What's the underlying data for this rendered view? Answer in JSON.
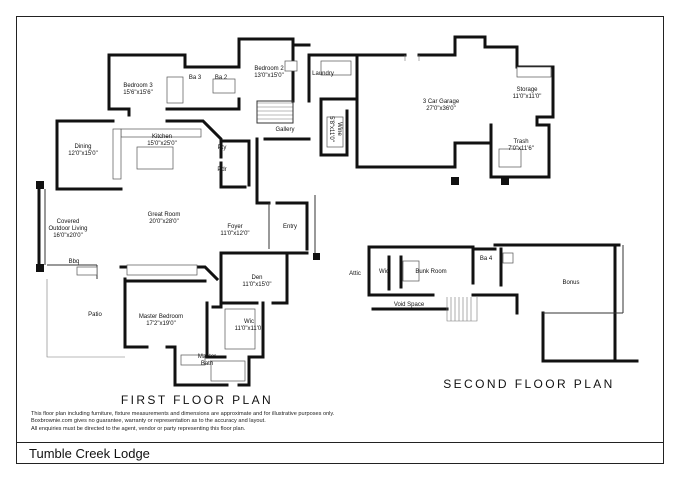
{
  "title": "Tumble Creek Lodge",
  "floors": {
    "first": "FIRST FLOOR PLAN",
    "second": "SECOND FLOOR PLAN"
  },
  "rooms": {
    "bedroom3": {
      "name": "Bedroom 3",
      "dims": "15'6\"x15'6\""
    },
    "ba3": {
      "name": "Ba 3"
    },
    "ba2": {
      "name": "Ba 2"
    },
    "bedroom2": {
      "name": "Bedroom 2",
      "dims": "13'0\"x15'0\""
    },
    "laundry": {
      "name": "Laundry"
    },
    "wine": {
      "name": "Wine"
    },
    "wine_dims": {
      "name": "5'8\"x11'0\""
    },
    "gallery": {
      "name": "Gallery"
    },
    "garage": {
      "name": "3 Car Garage",
      "dims": "27'0\"x36'0\""
    },
    "storage": {
      "name": "Storage",
      "dims": "11'0\"x11'0\""
    },
    "trash": {
      "name": "Trash",
      "dims": "7'0\"x11'6\""
    },
    "dining": {
      "name": "Dining",
      "dims": "12'0\"x15'0\""
    },
    "kitchen": {
      "name": "Kitchen",
      "dims": "15'0\"x25'0\""
    },
    "pty": {
      "name": "Pty"
    },
    "pdr": {
      "name": "Pdr"
    },
    "great_room": {
      "name": "Great Room",
      "dims": "20'0\"x28'0\""
    },
    "foyer": {
      "name": "Foyer",
      "dims": "11'0\"x12'0\""
    },
    "entry": {
      "name": "Entry"
    },
    "covered_outdoor": {
      "name": "Covered",
      "line2": "Outdoor Living",
      "dims": "16'0\"x20'0\""
    },
    "bbq": {
      "name": "Bbq"
    },
    "den": {
      "name": "Den",
      "dims": "11'0\"x15'0\""
    },
    "patio": {
      "name": "Patio"
    },
    "master_bedroom": {
      "name": "Master Bedroom",
      "dims": "17'2\"x19'0\""
    },
    "wic1": {
      "name": "Wic",
      "dims": "11'0\"x11'0\""
    },
    "master_bath": {
      "name": "Master",
      "line2": "Bath"
    },
    "attic": {
      "name": "Attic"
    },
    "wic2": {
      "name": "Wic"
    },
    "bunk_room": {
      "name": "Bunk Room"
    },
    "ba4": {
      "name": "Ba 4"
    },
    "bonus": {
      "name": "Bonus"
    },
    "void_space": {
      "name": "Void Space"
    }
  },
  "disclaimer": [
    "This floor plan including furniture, fixture measurements and dimensions are approximate and for illustrative purposes only.",
    "Boxbrownie.com gives no guarantee, warranty or representation as to the accuracy and layout.",
    "All enquiries must be directed to the agent, vendor or party representing this floor plan."
  ]
}
